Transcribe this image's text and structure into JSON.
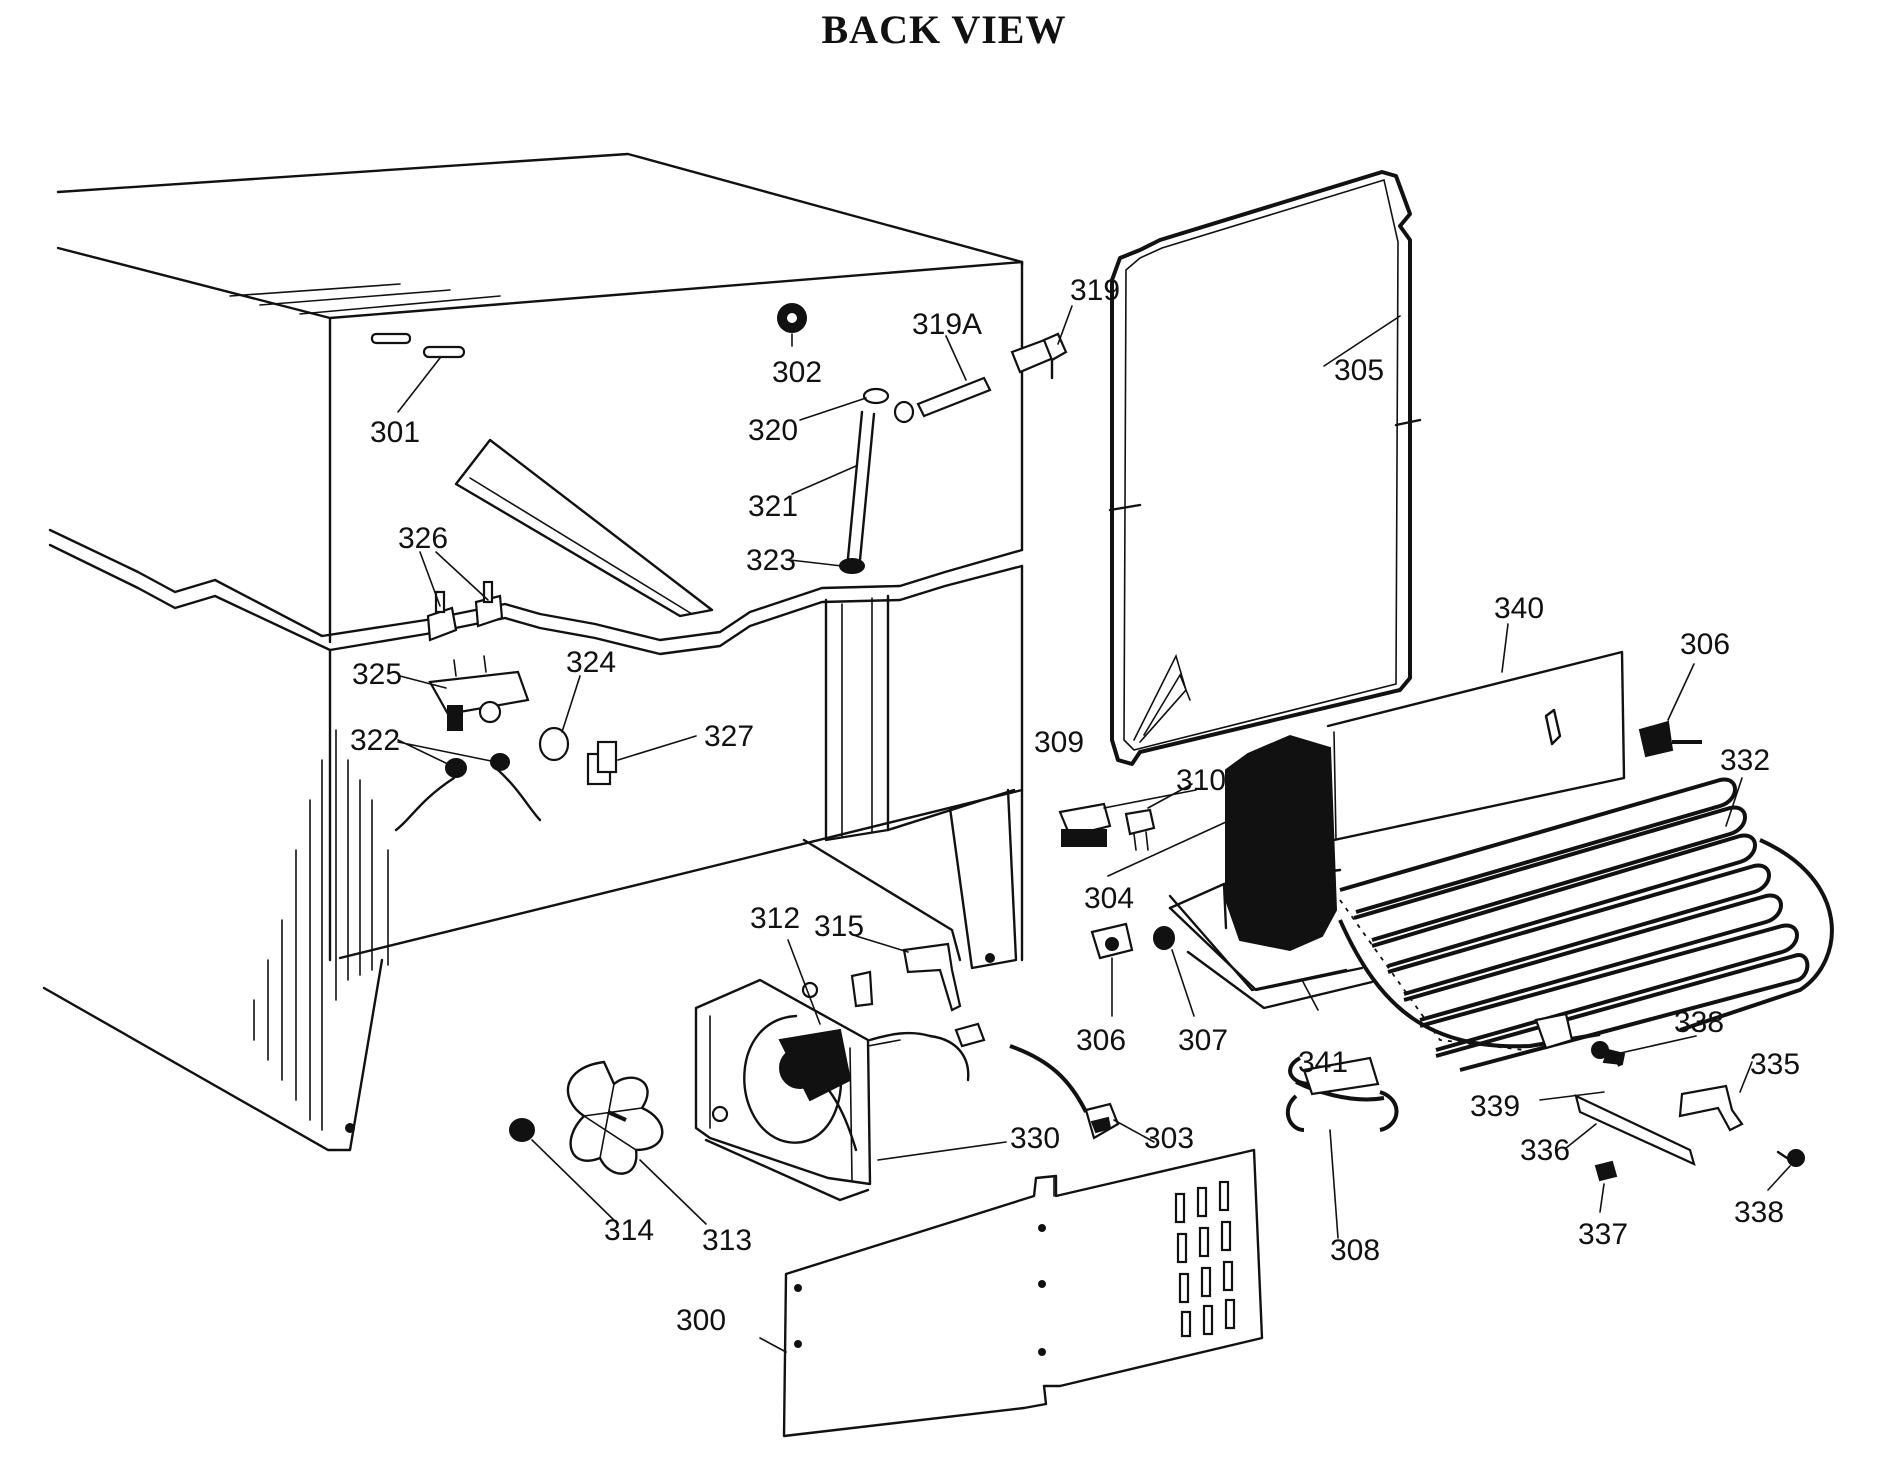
{
  "title": "BACK VIEW",
  "callouts": [
    {
      "label": "300"
    },
    {
      "label": "301"
    },
    {
      "label": "302"
    },
    {
      "label": "303"
    },
    {
      "label": "304"
    },
    {
      "label": "305"
    },
    {
      "label": "306"
    },
    {
      "label": "306"
    },
    {
      "label": "307"
    },
    {
      "label": "308"
    },
    {
      "label": "309"
    },
    {
      "label": "310"
    },
    {
      "label": "312"
    },
    {
      "label": "313"
    },
    {
      "label": "314"
    },
    {
      "label": "315"
    },
    {
      "label": "319"
    },
    {
      "label": "319A"
    },
    {
      "label": "320"
    },
    {
      "label": "321"
    },
    {
      "label": "322"
    },
    {
      "label": "323"
    },
    {
      "label": "324"
    },
    {
      "label": "325"
    },
    {
      "label": "326"
    },
    {
      "label": "327"
    },
    {
      "label": "330"
    },
    {
      "label": "332"
    },
    {
      "label": "335"
    },
    {
      "label": "336"
    },
    {
      "label": "337"
    },
    {
      "label": "338"
    },
    {
      "label": "338"
    },
    {
      "label": "339"
    },
    {
      "label": "340"
    },
    {
      "label": "341"
    }
  ]
}
